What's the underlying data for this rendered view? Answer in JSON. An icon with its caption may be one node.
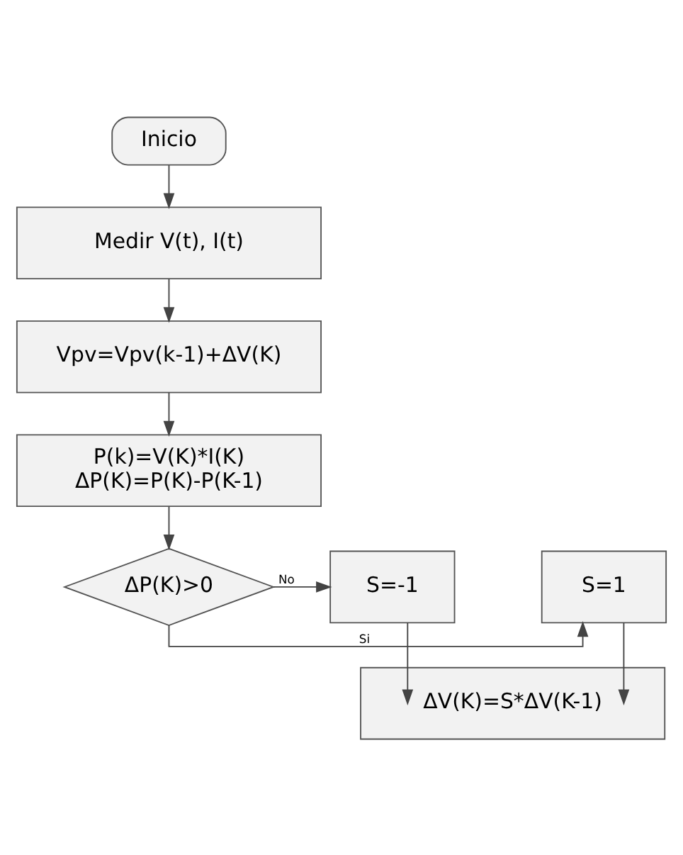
{
  "diagram": {
    "nodes": [
      {
        "text": [
          "Inicio"
        ]
      },
      {
        "text": [
          "Medir V(t), I(t)"
        ]
      },
      {
        "text": [
          "Vpv=Vpv(k-1)+ΔV(K)"
        ]
      },
      {
        "text": [
          "P(k)=V(K)*I(K)",
          "ΔP(K)=P(K)-P(K-1)"
        ]
      },
      {
        "text": [
          "ΔP(K)>0"
        ]
      },
      {
        "text": [
          "S=-1"
        ]
      },
      {
        "text": [
          "S=1"
        ]
      },
      {
        "text": [
          "ΔV(K)=S*ΔV(K-1)"
        ]
      }
    ],
    "edges": [
      {
        "from": 0,
        "to": 1,
        "arrow": "to"
      },
      {
        "from": 1,
        "to": 2,
        "arrow": "to"
      },
      {
        "from": 2,
        "to": 3,
        "arrow": "to"
      },
      {
        "from": 3,
        "to": 4,
        "arrow": "to"
      },
      {
        "from": 4,
        "to": 5,
        "arrow": "to",
        "label": "No"
      },
      {
        "from": 4,
        "to": 6,
        "arrow": "to",
        "label": "Si"
      },
      {
        "from": 5,
        "to": 7,
        "arrow": "to"
      },
      {
        "from": 6,
        "to": 7,
        "arrow": "to"
      }
    ]
  }
}
